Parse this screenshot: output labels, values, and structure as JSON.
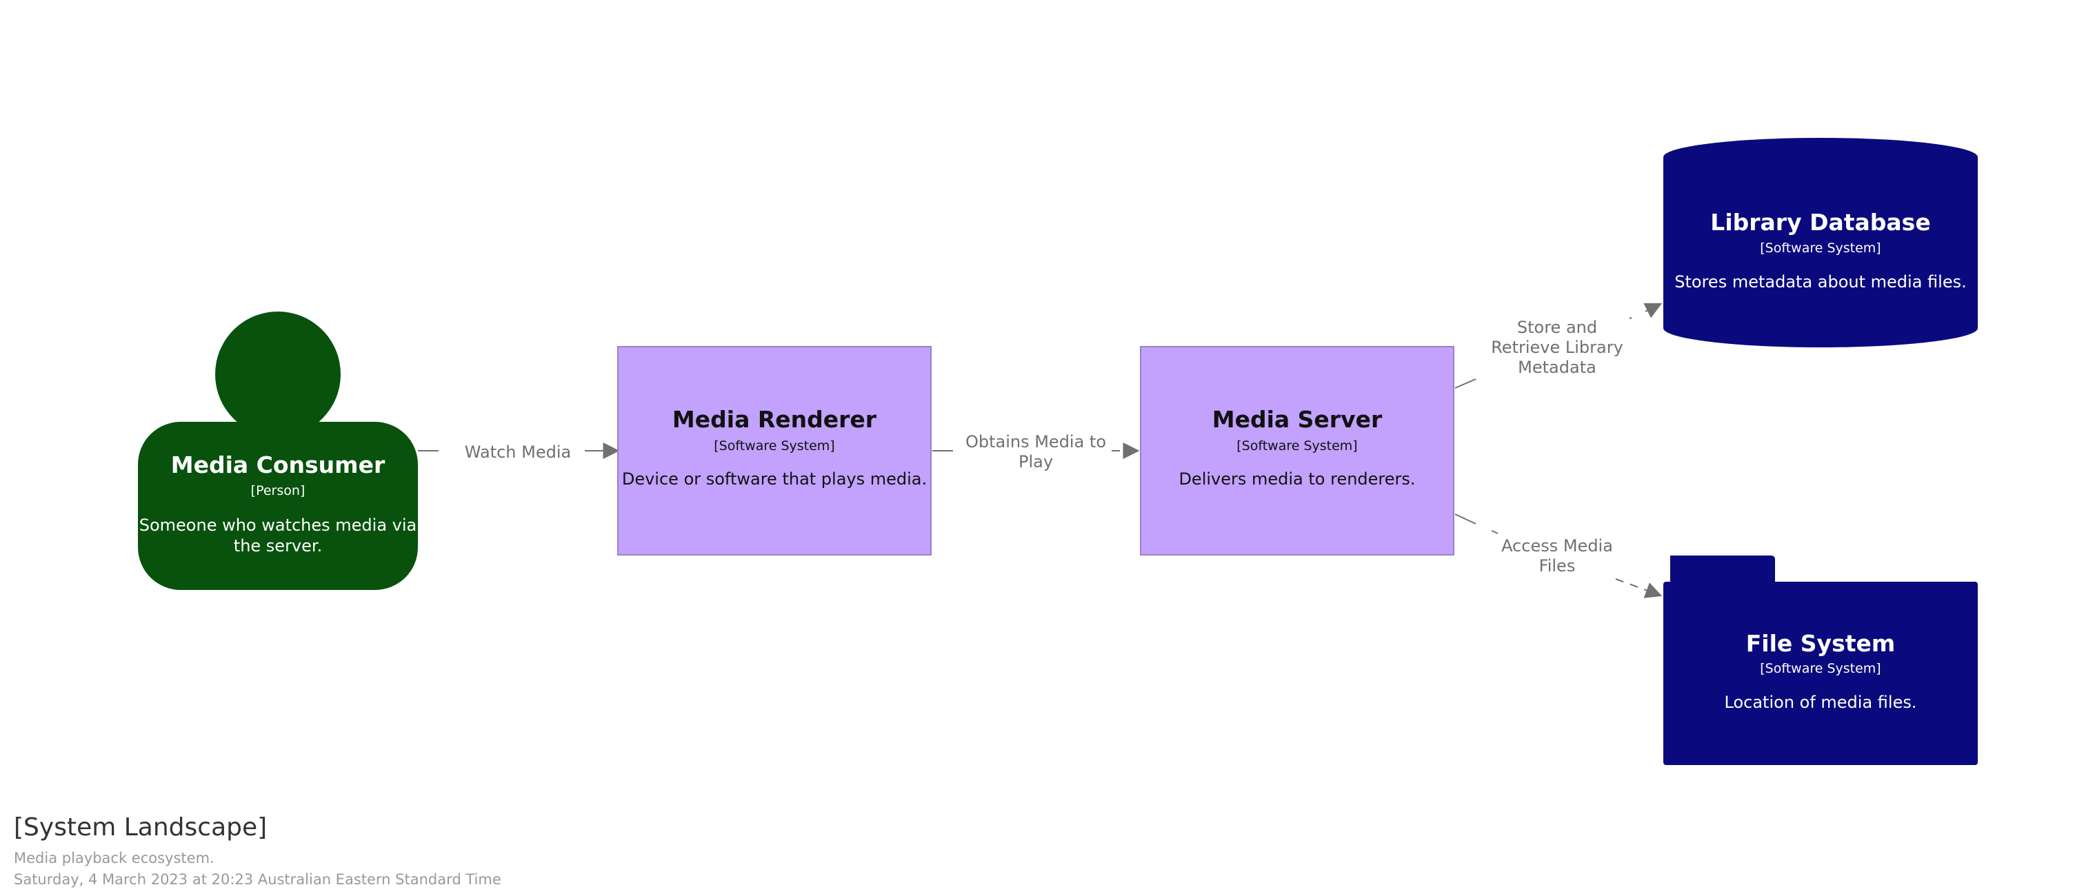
{
  "diagram": {
    "title": "[System Landscape]",
    "description": "Media playback ecosystem.",
    "timestamp": "Saturday, 4 March 2023 at 20:23 Australian Eastern Standard Time"
  },
  "elements": {
    "consumer": {
      "name": "Media Consumer",
      "type": "[Person]",
      "description_lines": [
        "Someone who watches media via",
        "the server."
      ],
      "color": "#08520E"
    },
    "renderer": {
      "name": "Media Renderer",
      "type": "[Software System]",
      "description": "Device or software that plays media.",
      "color": "#C2A2FC"
    },
    "server": {
      "name": "Media Server",
      "type": "[Software System]",
      "description": "Delivers media to renderers.",
      "color": "#C2A2FC"
    },
    "database": {
      "name": "Library Database",
      "type": "[Software System]",
      "description": "Stores metadata about media files.",
      "color": "#0A0A7E"
    },
    "filesystem": {
      "name": "File System",
      "type": "[Software System]",
      "description": "Location of media files.",
      "color": "#0A0A7E"
    }
  },
  "relationships": {
    "watch": {
      "label_lines": [
        "Watch Media"
      ]
    },
    "obtains": {
      "label_lines": [
        "Obtains Media to",
        "Play"
      ]
    },
    "store": {
      "label_lines": [
        "Store and",
        "Retrieve Library",
        "Metadata"
      ]
    },
    "access": {
      "label_lines": [
        "Access Media",
        "Files"
      ]
    }
  },
  "colors": {
    "relationship_line": "#707070",
    "relationship_text": "#707070"
  }
}
